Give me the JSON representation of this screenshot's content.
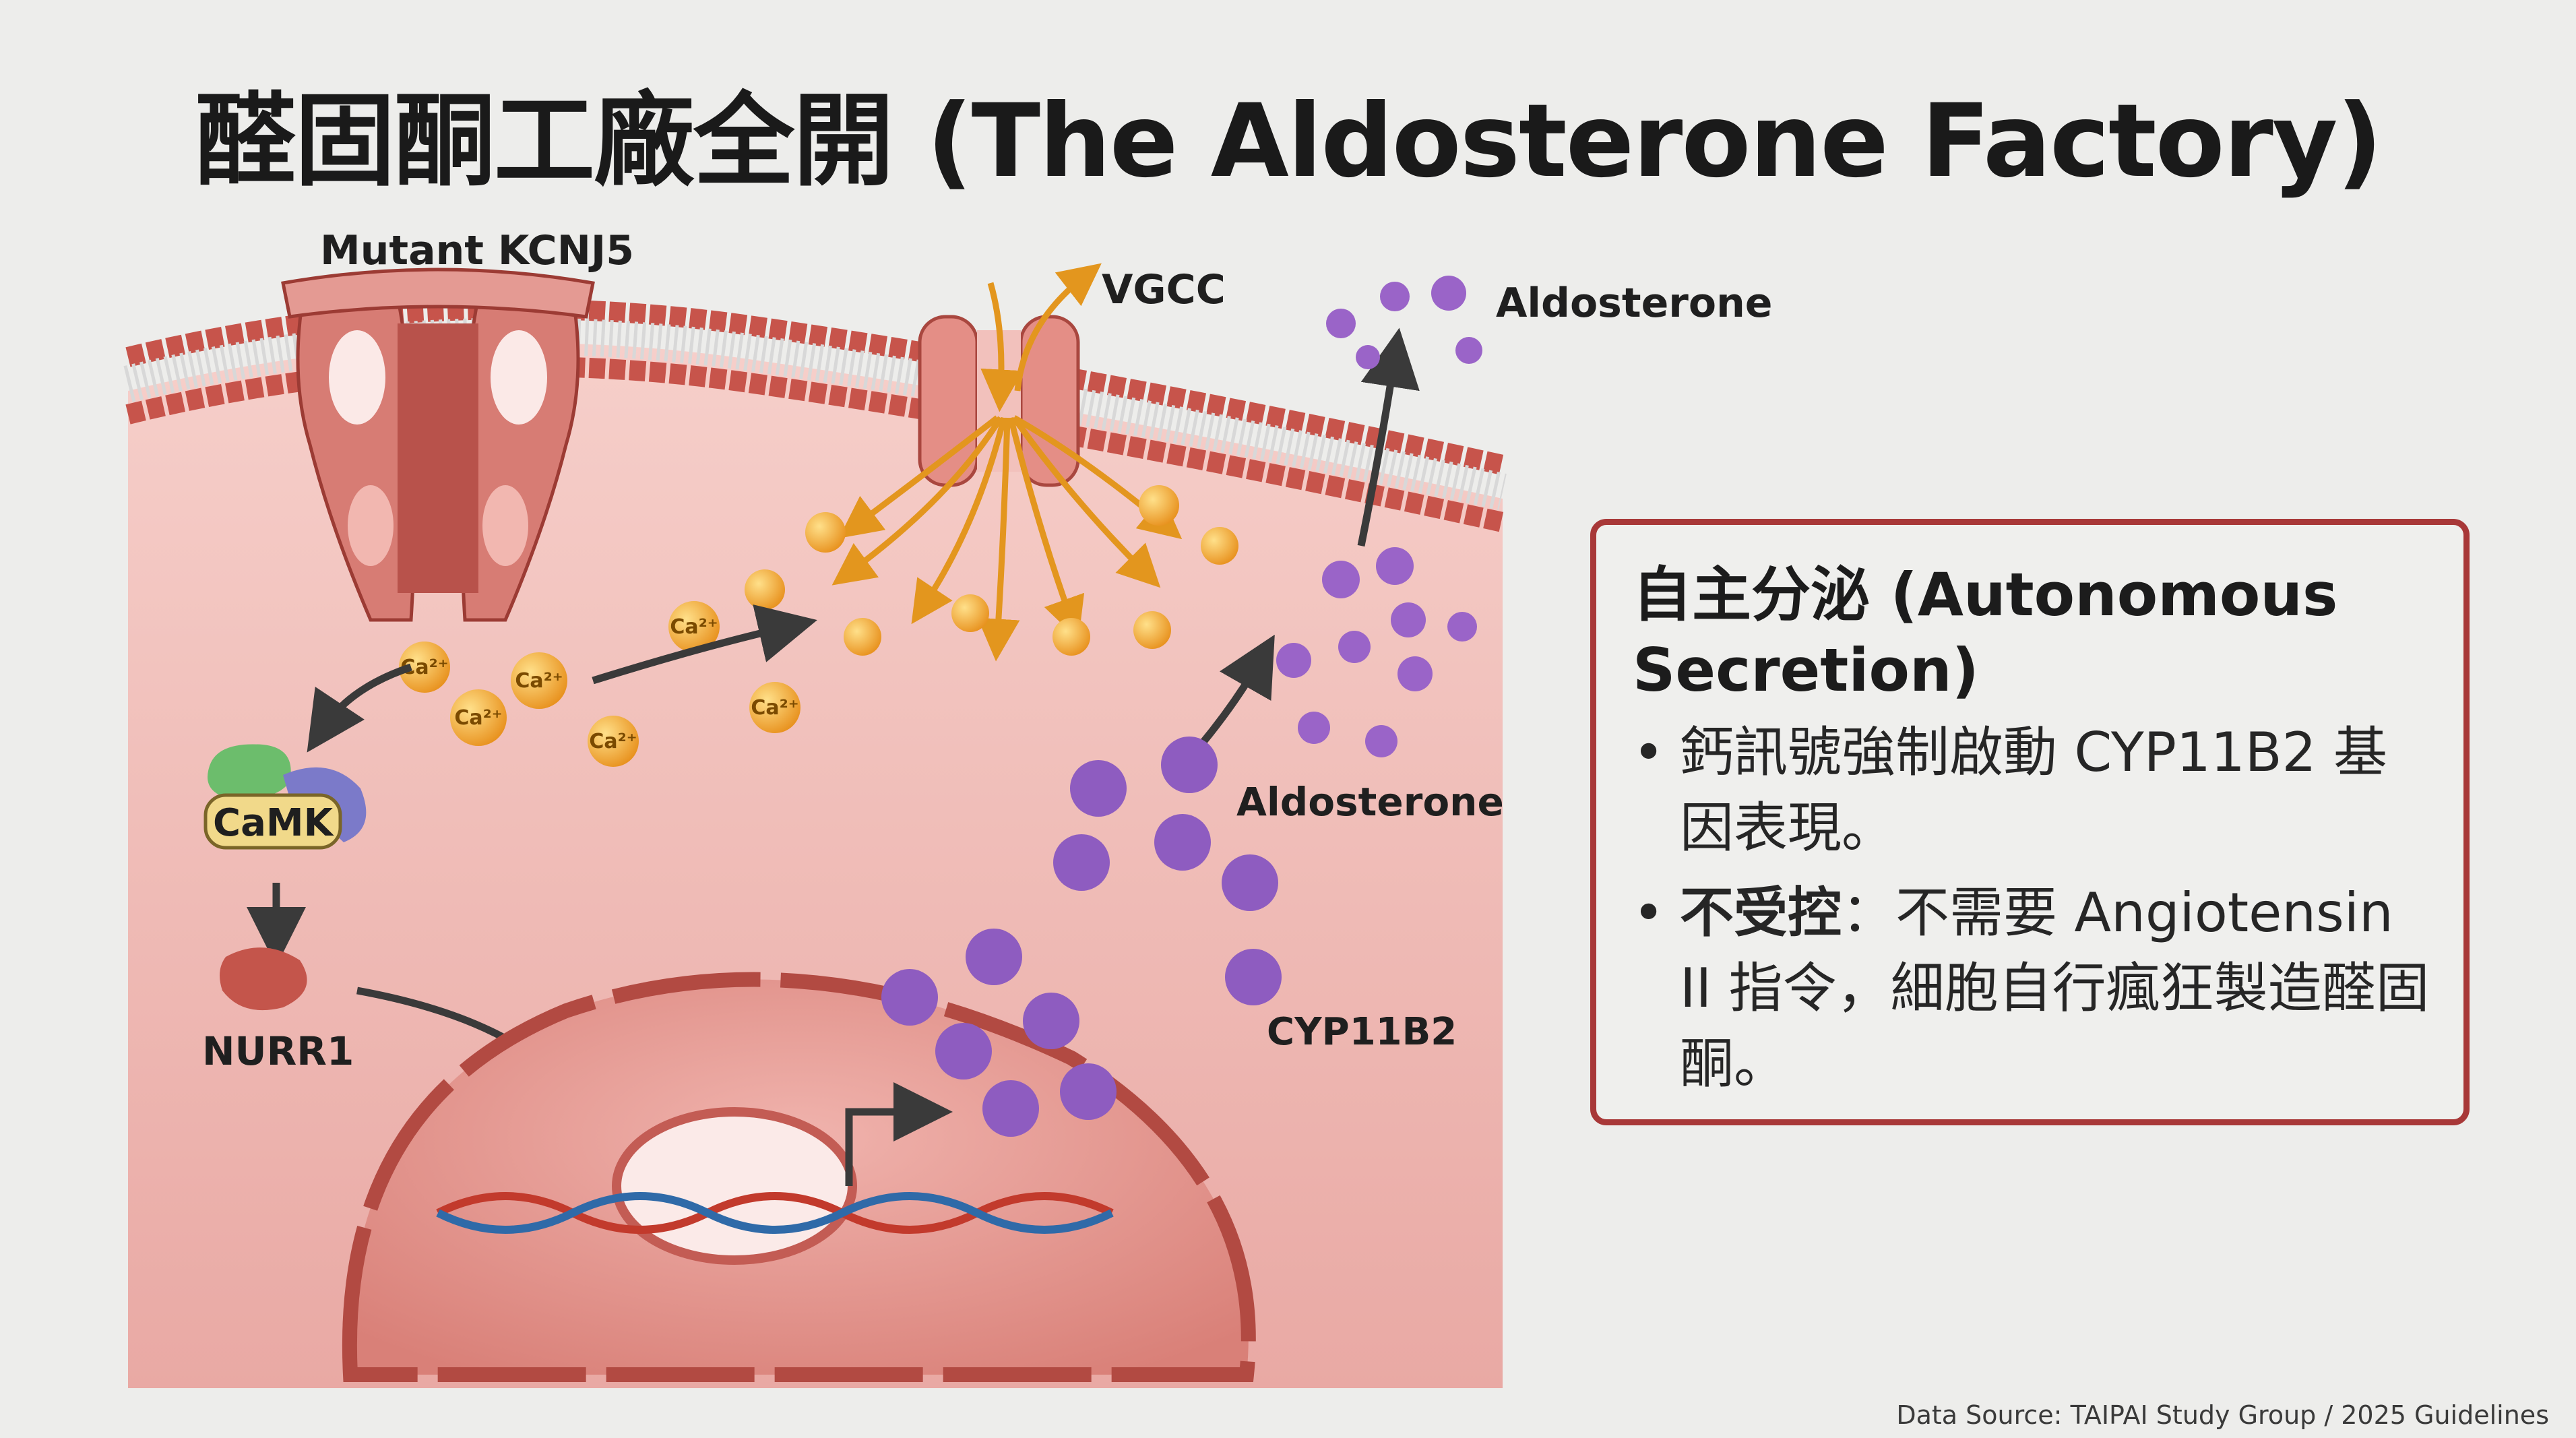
{
  "title": "醛固酮工廠全開 (The Aldosterone Factory)",
  "labels": {
    "mutant_kcnj5": "Mutant KCNJ5",
    "vgcc": "VGCC",
    "aldosterone_top": "Aldosterone",
    "aldosterone_mid": "Aldosterone",
    "camk": "CaMK",
    "nurr1": "NURR1",
    "cyp11b2": "CYP11B2",
    "calcium_ion": "Ca²⁺"
  },
  "info_box": {
    "title": "自主分泌 (Autonomous Secretion)",
    "bullets": [
      {
        "lead": "",
        "text": "鈣訊號強制啟動 CYP11B2 基因表現。"
      },
      {
        "lead": "不受控",
        "text": "：不需要 Angiotensin II 指令，細胞自行瘋狂製造醛固酮。"
      }
    ]
  },
  "footer": "Data Source: TAIPAI Study Group / 2025 Guidelines",
  "colors": {
    "border_accent": "#a83838",
    "membrane": "#c85a50",
    "cytoplasm": "#f4c6c2",
    "calcium": "#f2a93b",
    "cyp11b2": "#8e5cc0",
    "aldosterone": "#9a64c8"
  }
}
